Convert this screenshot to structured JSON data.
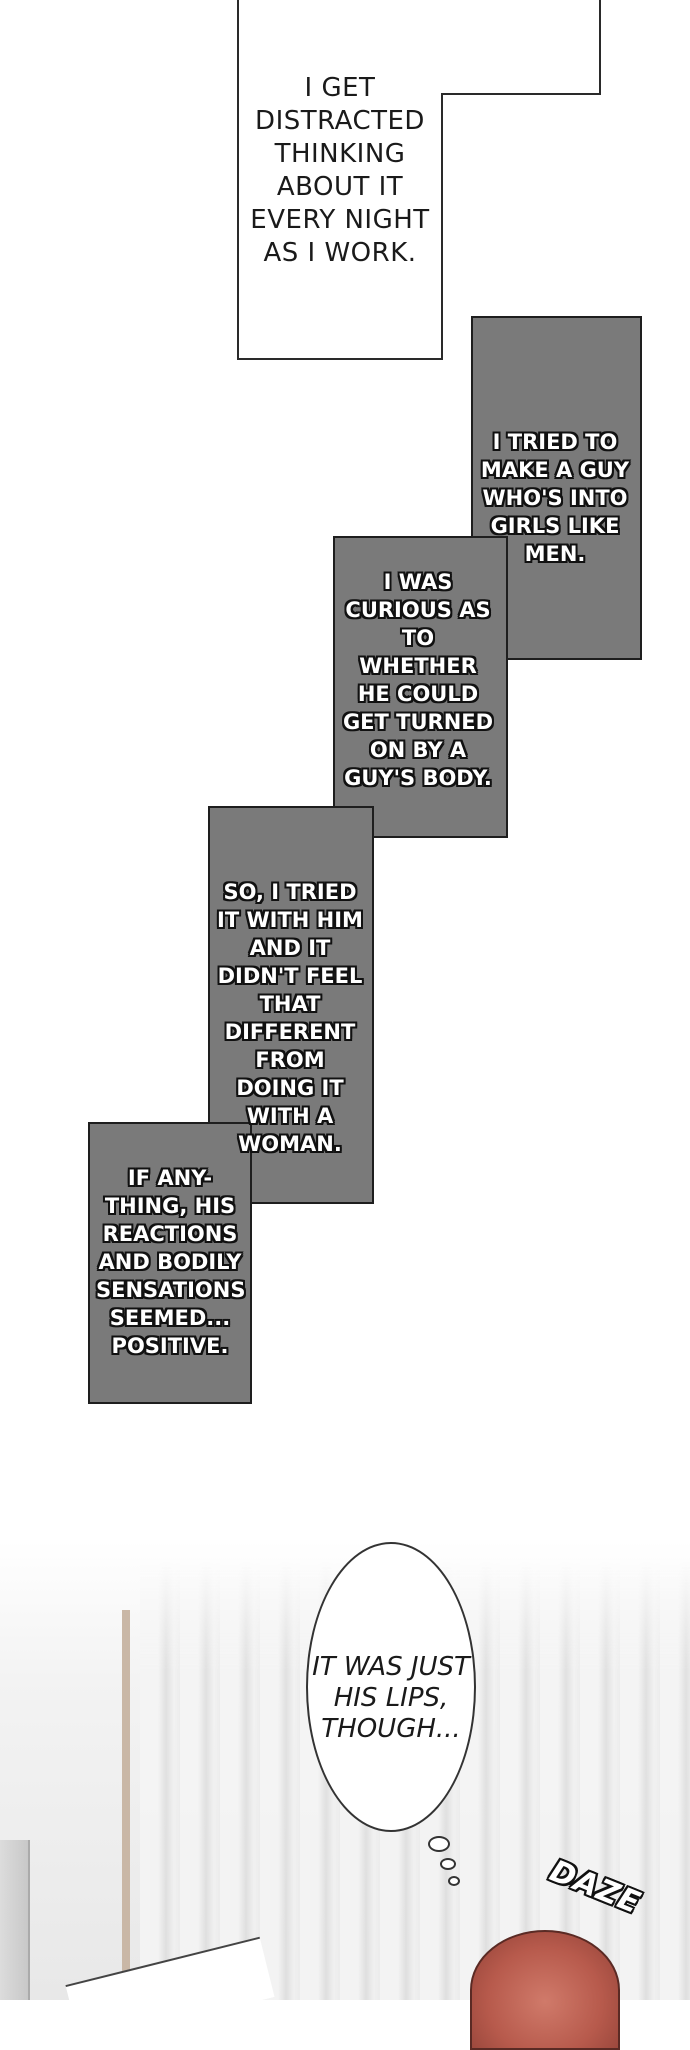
{
  "captions": {
    "panel1": "I GET DISTRACTED THINKING ABOUT IT EVERY NIGHT AS I WORK.",
    "panel2": "I TRIED TO MAKE A GUY WHO'S INTO GIRLS LIKE MEN.",
    "panel3": "I WAS CURIOUS AS TO WHETHER HE COULD GET TURNED ON BY A GUY'S BODY.",
    "panel4": "SO, I TRIED IT WITH HIM AND IT DIDN'T FEEL THAT DIFFERENT FROM DOING IT WITH A WOMAN.",
    "panel5": "IF ANY-THING, HIS REACTIONS AND BODILY SENSATIONS SEEMED... POSITIVE."
  },
  "thought_bubble": "IT WAS JUST HIS LIPS, THOUGH...",
  "sound_effect": "DAZE",
  "colors": {
    "caption_box_gray": "#7a7a7a",
    "hair": "#b75a4c"
  }
}
